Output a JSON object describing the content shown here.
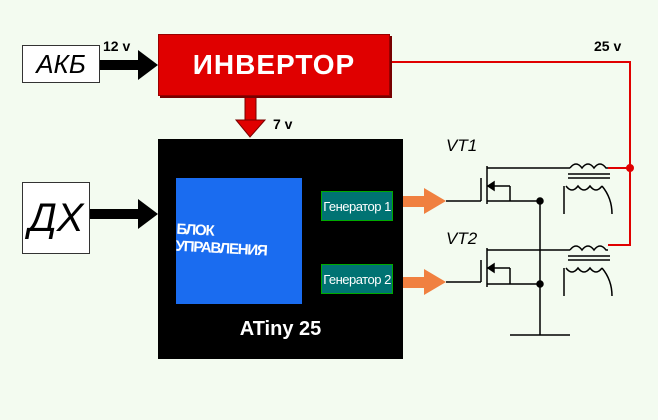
{
  "blocks": {
    "battery": "АКБ",
    "sensor": "ДХ",
    "inverter": "ИНВЕРТОР",
    "control_unit": "БЛОК УПРАВЛЕНИЯ",
    "generator_1": "Генератор 1",
    "generator_2": "Генератор 2",
    "microcontroller": "ATiny 25"
  },
  "voltages": {
    "input": "12 v",
    "output": "25 v",
    "supply": "7 v"
  },
  "transistors": {
    "vt1": "VT1",
    "vt2": "VT2"
  },
  "colors": {
    "background": "#f3fbf0",
    "inverter": "#e00000",
    "control_unit": "#1a6cf0",
    "generator": "#007373",
    "microcontroller": "#000000",
    "power_line": "#e00000",
    "signal_arrow": "#f08040"
  }
}
